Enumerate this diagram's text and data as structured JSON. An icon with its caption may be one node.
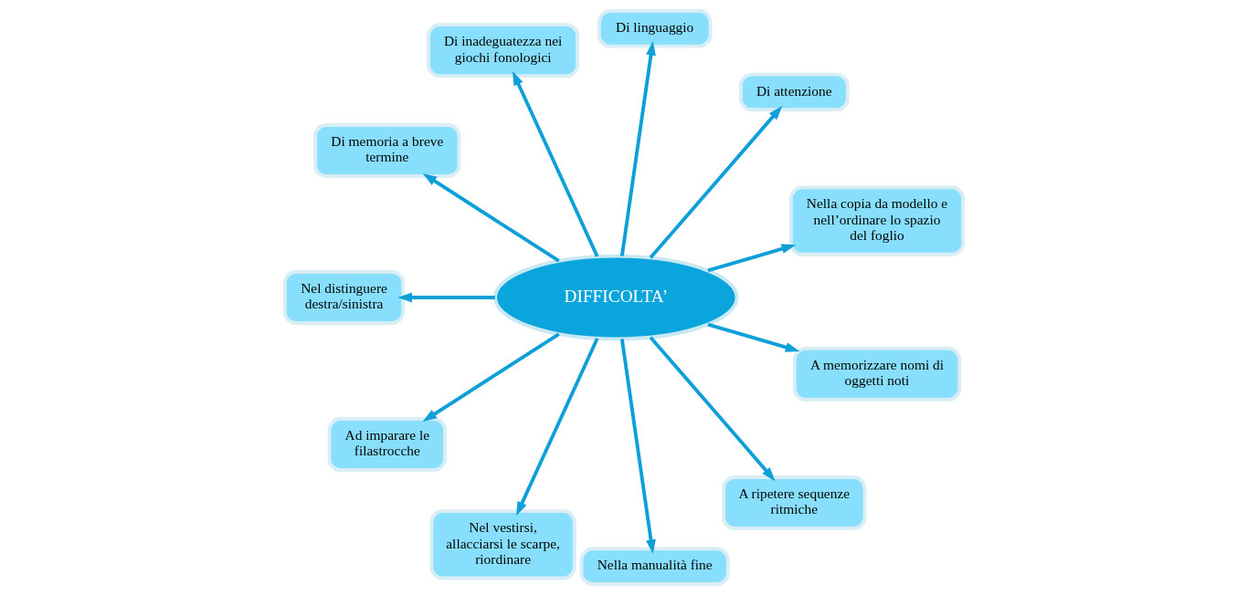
{
  "diagram": {
    "nodes": [
      {
        "text": [
          "DIFFICOLTA’"
        ]
      },
      {
        "text": [
          "Nella copia da modello e nell’ordinare lo spazio del foglio"
        ]
      },
      {
        "text": [
          "Di attenzione"
        ]
      },
      {
        "text": [
          "Di linguaggio"
        ]
      },
      {
        "text": [
          "Di inadeguatezza nei giochi fonologici"
        ]
      },
      {
        "text": [
          "Di memoria a breve termine"
        ]
      },
      {
        "text": [
          "Nel distinguere destra/sinistra"
        ]
      },
      {
        "text": [
          "Ad imparare le filastrocche"
        ]
      },
      {
        "text": [
          "Nel vestirsi, allacciarsi le scarpe, riordinare"
        ]
      },
      {
        "text": [
          "Nella manualità fine"
        ]
      },
      {
        "text": [
          "A ripetere sequenze ritmiche"
        ]
      },
      {
        "text": [
          "A memorizzare nomi di oggetti noti"
        ]
      }
    ],
    "edges": [
      {
        "from": 0,
        "to": 1,
        "arrow": "to"
      },
      {
        "from": 0,
        "to": 2,
        "arrow": "to"
      },
      {
        "from": 0,
        "to": 3,
        "arrow": "to"
      },
      {
        "from": 0,
        "to": 5,
        "arrow": "to"
      },
      {
        "from": 0,
        "to": 7,
        "arrow": "to"
      },
      {
        "from": 0,
        "to": 11,
        "arrow": "to"
      },
      {
        "from": 0,
        "to": 10,
        "arrow": "to"
      },
      {
        "from": 0,
        "to": 9,
        "arrow": "to"
      },
      {
        "from": 0,
        "to": 8,
        "arrow": "to"
      },
      {
        "from": 0,
        "to": 6,
        "arrow": "to"
      },
      {
        "from": 0,
        "to": 4,
        "arrow": "to"
      }
    ]
  }
}
